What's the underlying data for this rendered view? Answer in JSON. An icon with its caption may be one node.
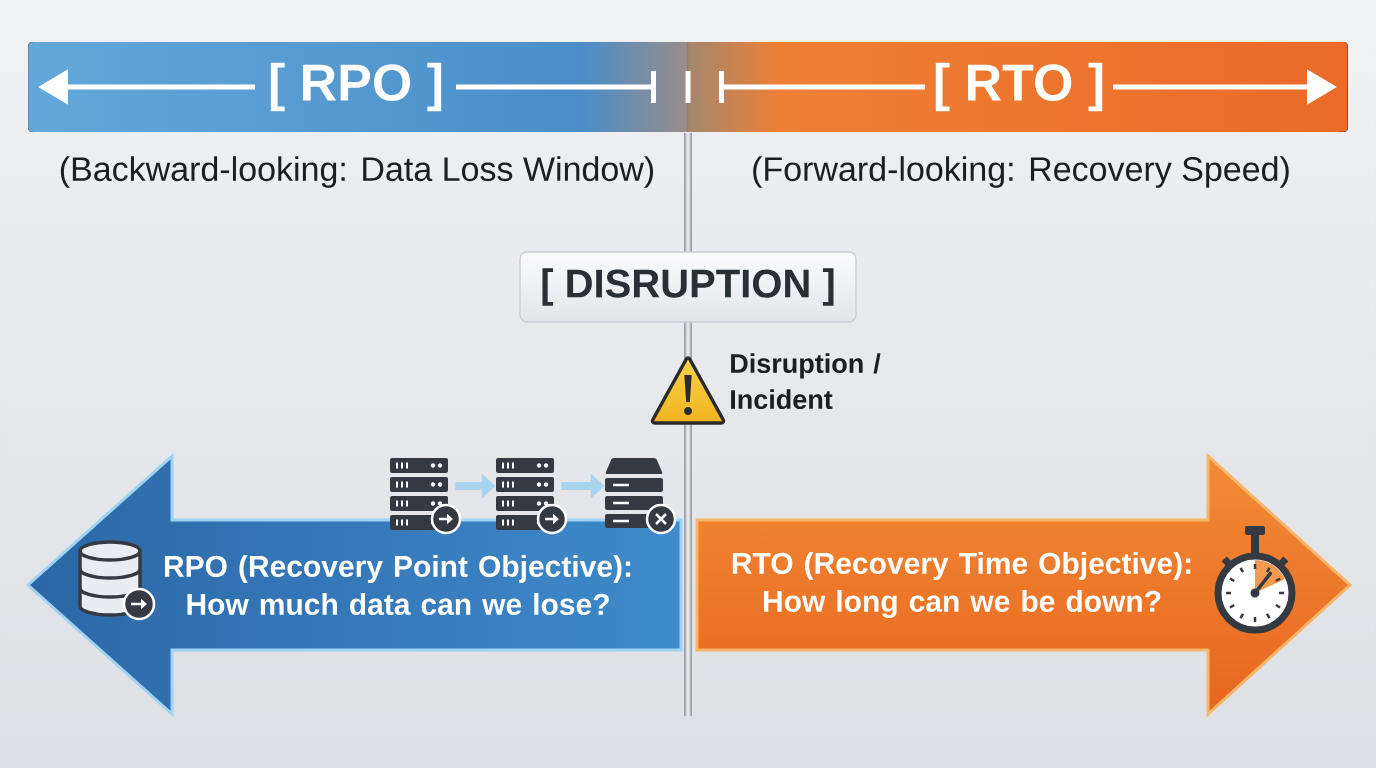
{
  "diagram": {
    "nodes": [
      {
        "text": [
          "[ RPO ]"
        ],
        "beside": [
          "(Backward-looking: Data Loss Window)"
        ]
      },
      {
        "text": [
          "[ RTO ]"
        ],
        "beside": [
          "(Forward-looking: Recovery Speed)"
        ]
      },
      {
        "text": [
          "[ DISRUPTION ]"
        ]
      },
      {
        "text": [
          "RPO (Recovery Point Objective): How much data can we lose?"
        ]
      },
      {
        "text": [],
        "shape": "picture",
        "in": 3
      },
      {
        "text": [],
        "shape": "picture",
        "in": 3
      },
      {
        "text": [],
        "shape": "picture",
        "in": 3
      },
      {
        "text": [
          "RTO (Recovery Time Objective): How long can we be down?"
        ]
      }
    ],
    "edges": [
      {
        "from": 4,
        "to": 5,
        "arrow": "to"
      },
      {
        "from": 5,
        "to": 6,
        "arrow": "to"
      }
    ],
    "labels": [
      "Disruption / Incident"
    ]
  }
}
